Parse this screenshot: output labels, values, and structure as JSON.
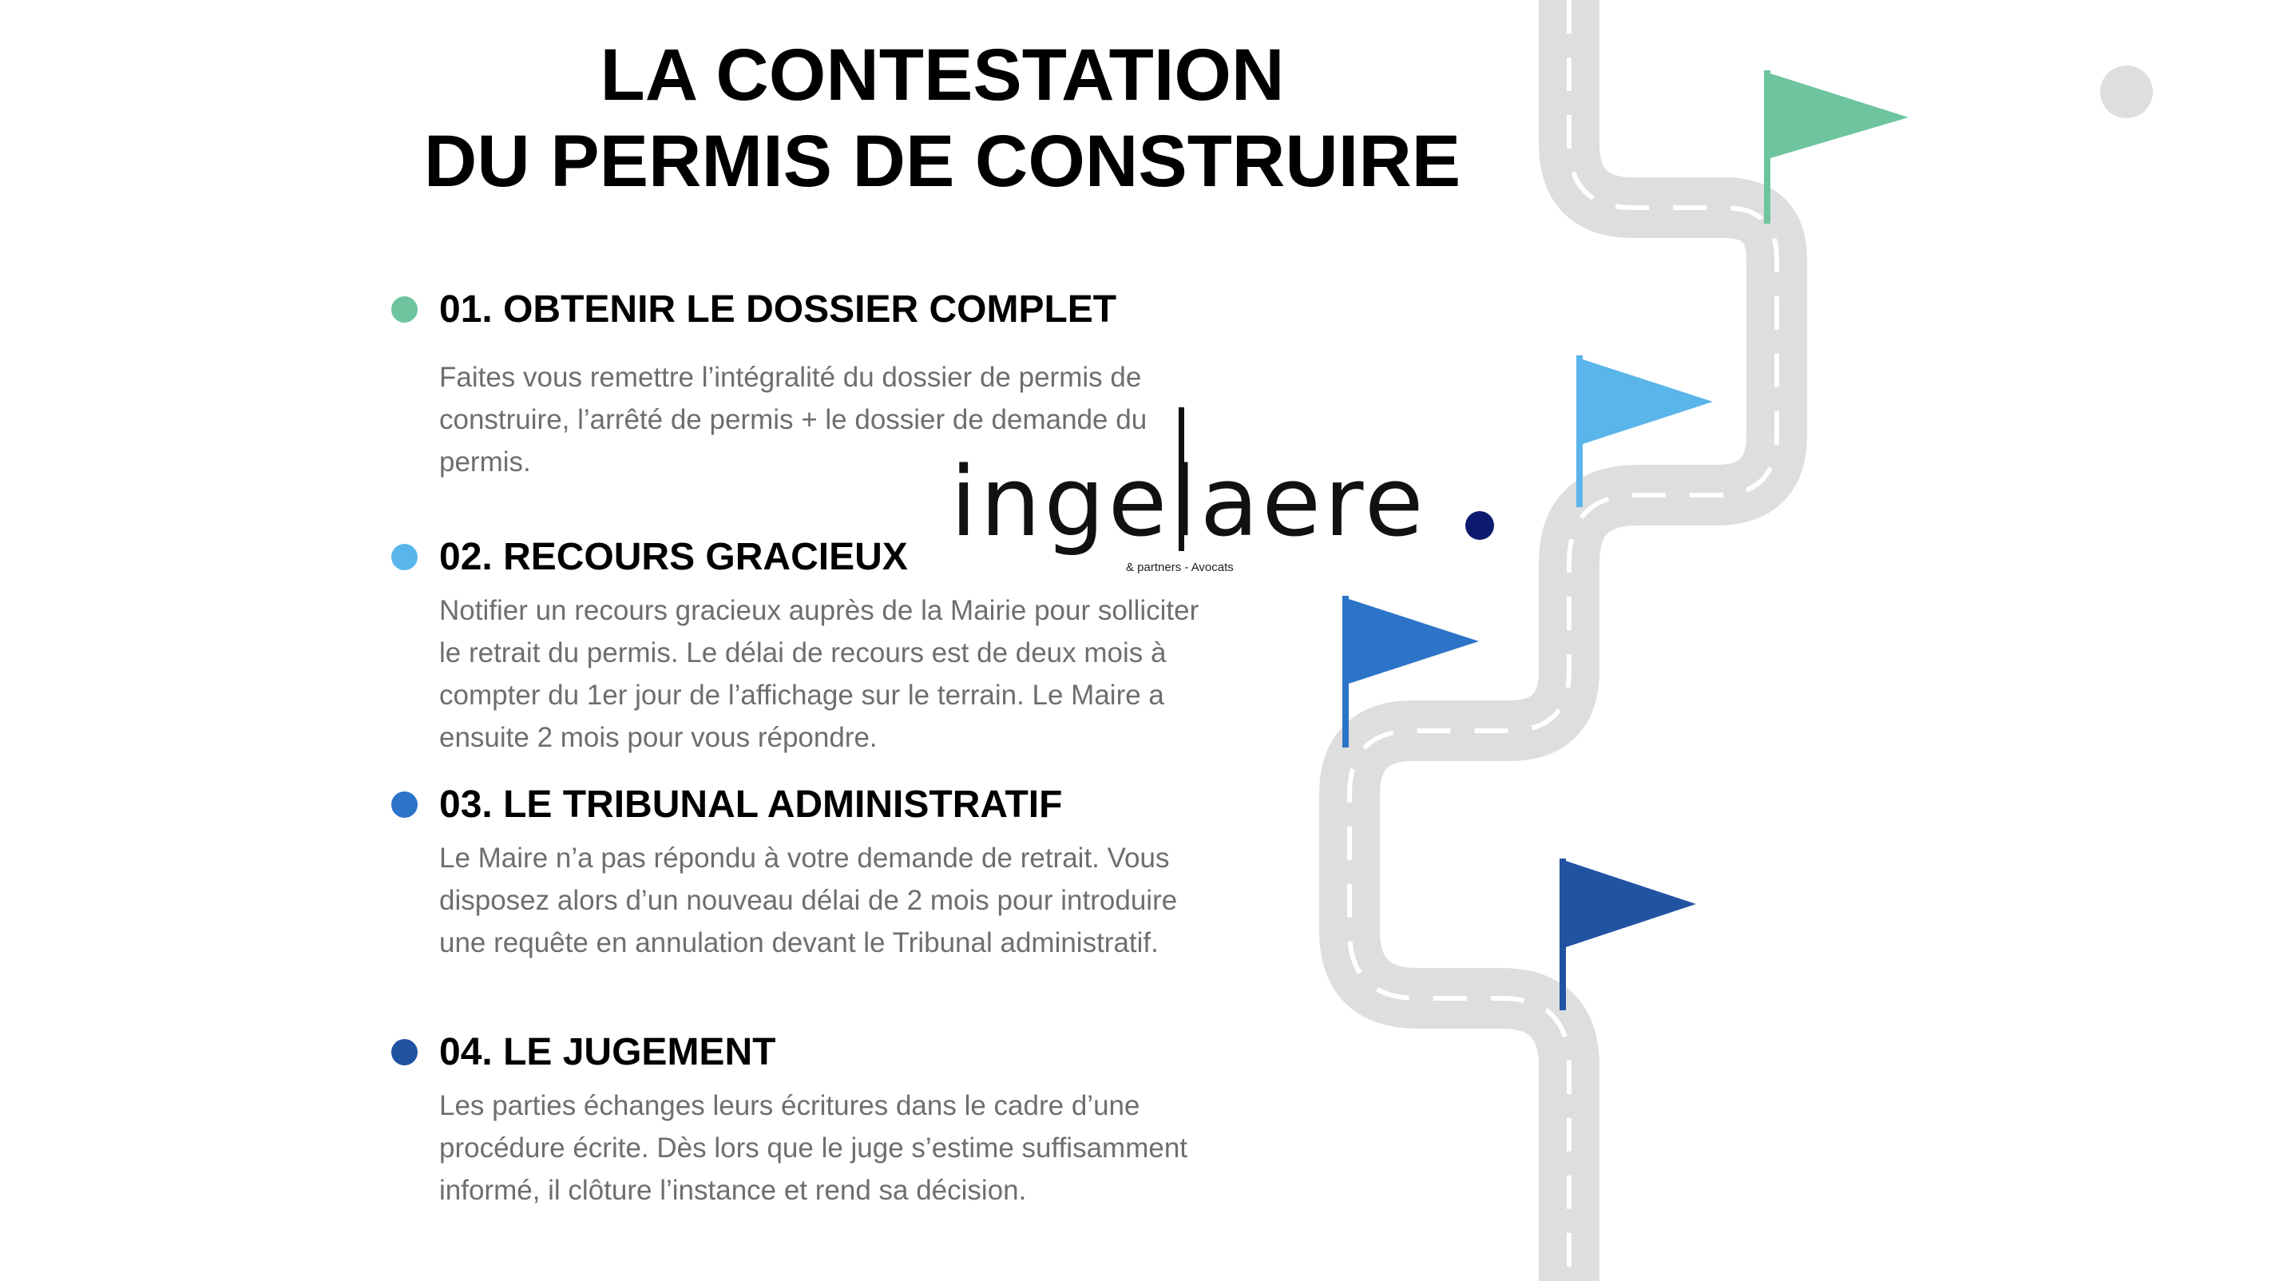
{
  "title": {
    "line1": "LA CONTESTATION",
    "line2": "DU PERMIS DE CONSTRUIRE"
  },
  "steps": [
    {
      "title": "01. OBTENIR LE DOSSIER COMPLET",
      "description": "Faites vous remettre l’intégralité du dossier de permis de construire, l’arrêté de permis + le dossier de demande du permis.",
      "color": "#6dc49e"
    },
    {
      "title": "02. RECOURS GRACIEUX",
      "description": "Notifier un recours gracieux auprès de la Mairie pour solliciter le retrait du permis. Le délai de recours est de deux mois à compter du 1er jour de l’affichage sur le terrain. Le Maire a ensuite 2 mois pour vous répondre.",
      "color": "#5ab5ea"
    },
    {
      "title": "03. LE TRIBUNAL ADMINISTRATIF",
      "description": "Le Maire n’a pas répondu à votre demande de retrait. Vous disposez alors d’un nouveau délai de 2 mois pour introduire une requête en annulation devant le Tribunal administratif.",
      "color": "#2c74c8"
    },
    {
      "title": "04. LE JUGEMENT",
      "description": "Les parties échanges leurs écritures dans le cadre d’une procédure écrite. Dès lors que le juge s’estime suffisamment informé, il clôture l’instance et rend sa décision.",
      "color": "#2153a3"
    }
  ],
  "logo": {
    "wordmark": "ingelaere",
    "tagline": "& partners - Avocats",
    "dot_color": "#0b1a6e"
  },
  "road": {
    "road_color": "#dedede",
    "dash_color": "#ffffff",
    "flag_icons": [
      "flag-icon",
      "flag-icon",
      "flag-icon",
      "flag-icon"
    ]
  }
}
